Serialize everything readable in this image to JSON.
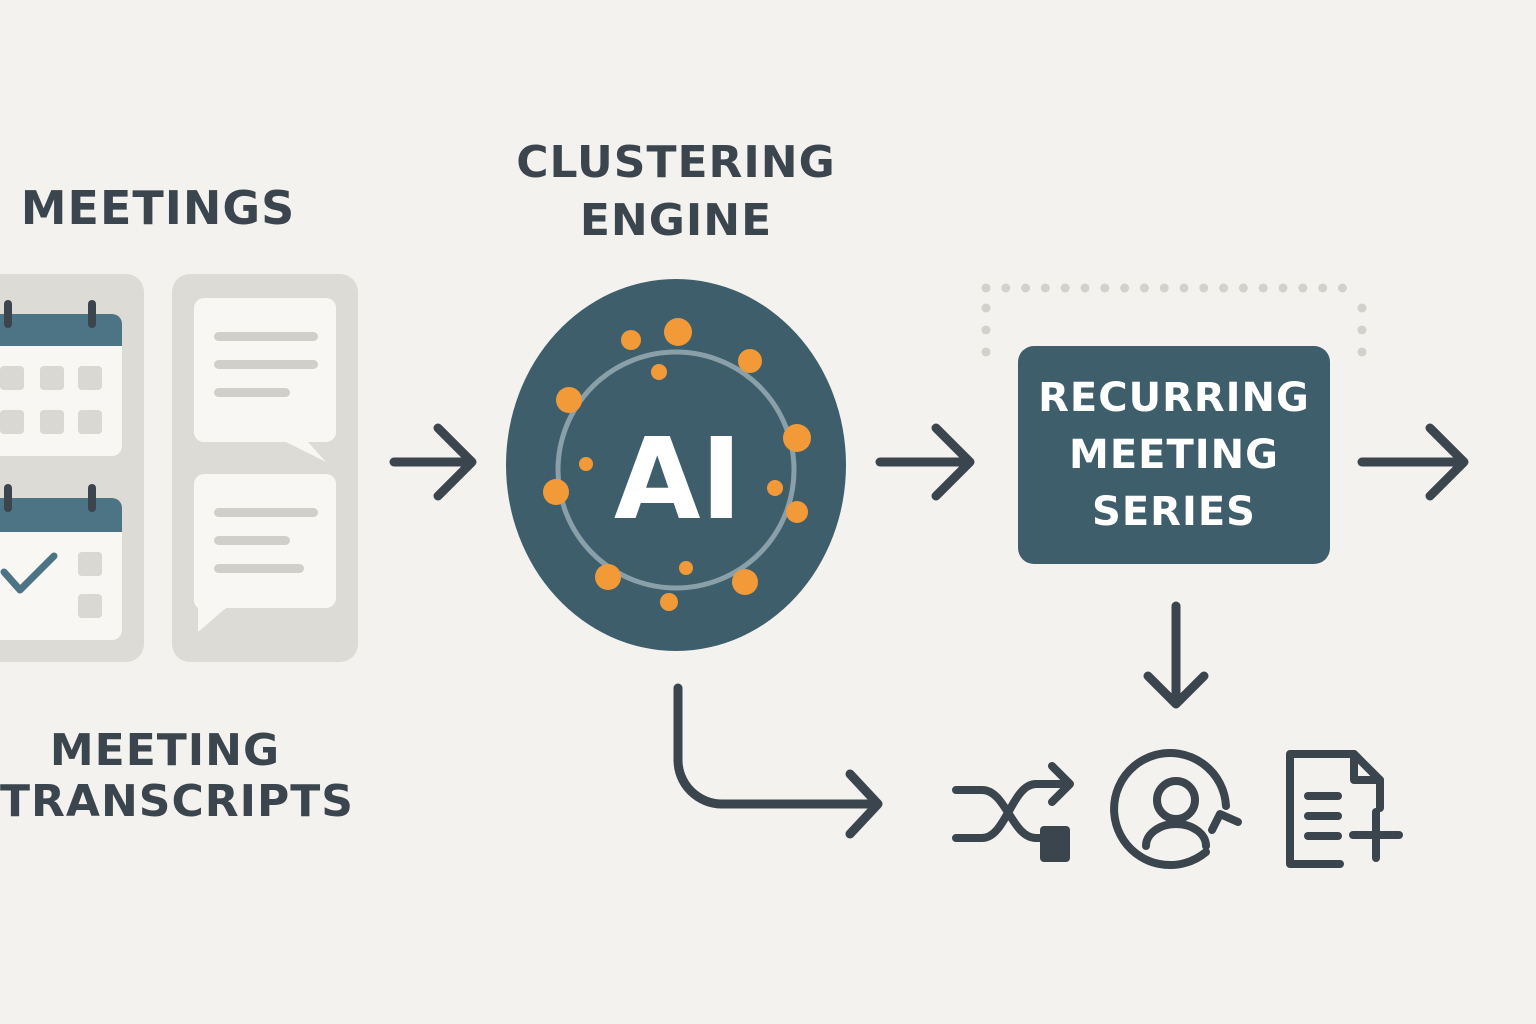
{
  "diagram": {
    "meetings_label": "MEETINGS",
    "transcripts_label_line1": "MEETING",
    "transcripts_label_line2": "TRANSCRIPTS",
    "engine_label_line1": "CLUSTERING",
    "engine_label_line2": "ENGINE",
    "ai_label": "AI",
    "series_line1": "RECURRING",
    "series_line2": "MEETING",
    "series_line3": "SERIES",
    "output_icons": [
      "shuffle-merge-icon",
      "user-sync-icon",
      "document-add-icon"
    ]
  },
  "colors": {
    "background": "#f3f2ee",
    "teal": "#3f5e6b",
    "dark": "#3a454d",
    "accent_orange": "#f29a38",
    "card_gray": "#dcdbd6"
  }
}
